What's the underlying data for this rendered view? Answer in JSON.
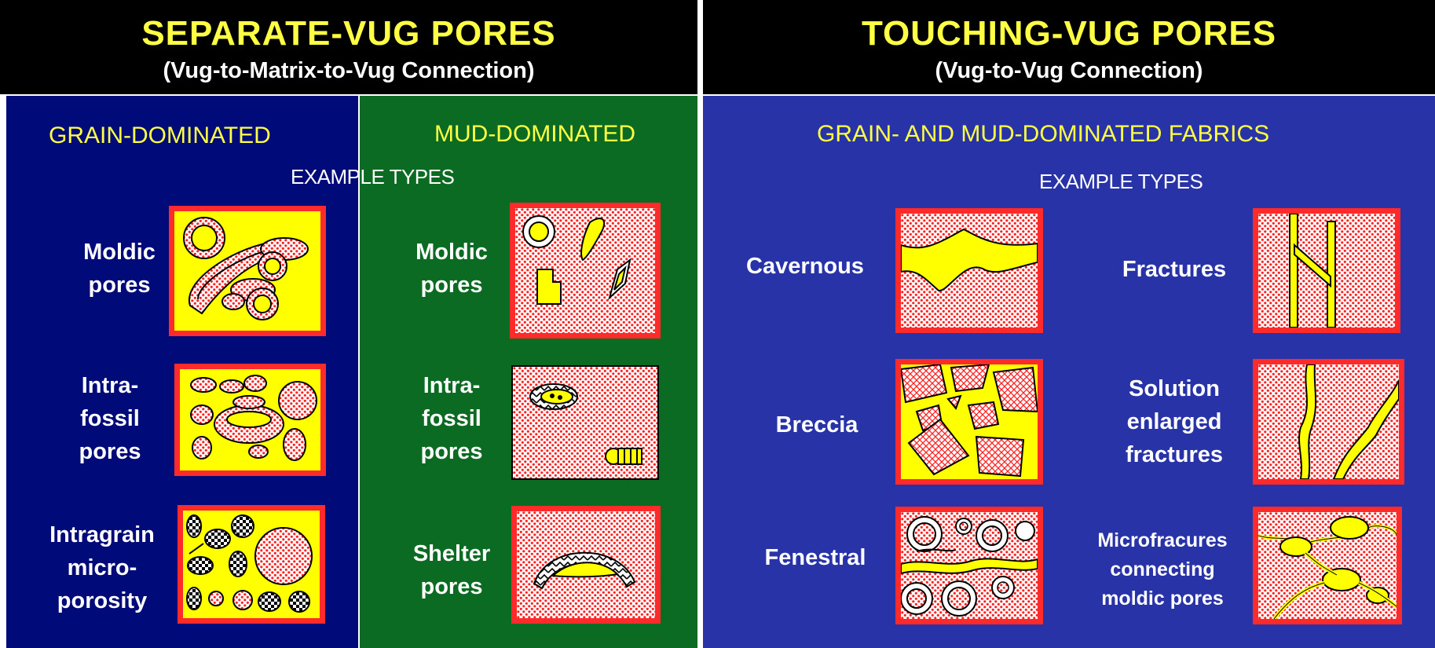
{
  "left_header": {
    "title": "SEPARATE-VUG PORES",
    "subtitle": "(Vug-to-Matrix-to-Vug Connection)"
  },
  "right_header": {
    "title": "TOUCHING-VUG PORES",
    "subtitle": "(Vug-to-Vug Connection)"
  },
  "grain_section": {
    "heading": "GRAIN-DOMINATED",
    "examples": [
      {
        "lines": [
          "Moldic",
          "pores"
        ]
      },
      {
        "lines": [
          "Intra-",
          "fossil",
          "pores"
        ]
      },
      {
        "lines": [
          "Intragrain",
          "micro-",
          "porosity"
        ]
      }
    ]
  },
  "mud_section": {
    "heading": "MUD-DOMINATED",
    "examples": [
      {
        "lines": [
          "Moldic",
          "pores"
        ]
      },
      {
        "lines": [
          "Intra-",
          "fossil",
          "pores"
        ]
      },
      {
        "lines": [
          "Shelter",
          "pores"
        ]
      }
    ]
  },
  "example_types_left": "EXAMPLE TYPES",
  "touching_section": {
    "heading": "GRAIN- AND MUD-DOMINATED FABRICS",
    "example_types": "EXAMPLE TYPES",
    "left_examples": [
      {
        "lines": [
          "Cavernous"
        ]
      },
      {
        "lines": [
          "Breccia"
        ]
      },
      {
        "lines": [
          "Fenestral"
        ]
      }
    ],
    "right_examples": [
      {
        "lines": [
          "Fractures"
        ]
      },
      {
        "lines": [
          "Solution",
          "enlarged",
          "fractures"
        ]
      },
      {
        "lines": [
          "Microfracures",
          "connecting",
          "moldic pores"
        ]
      }
    ]
  },
  "colors": {
    "header_bg": "#000000",
    "header_title": "#ffff44",
    "grain_panel": "#000a78",
    "mud_panel": "#0c6b22",
    "touching_panel": "#2833a8",
    "box_border": "#ff2a2a",
    "pore_yellow": "#ffff00",
    "matrix_red": "#ff2020"
  }
}
